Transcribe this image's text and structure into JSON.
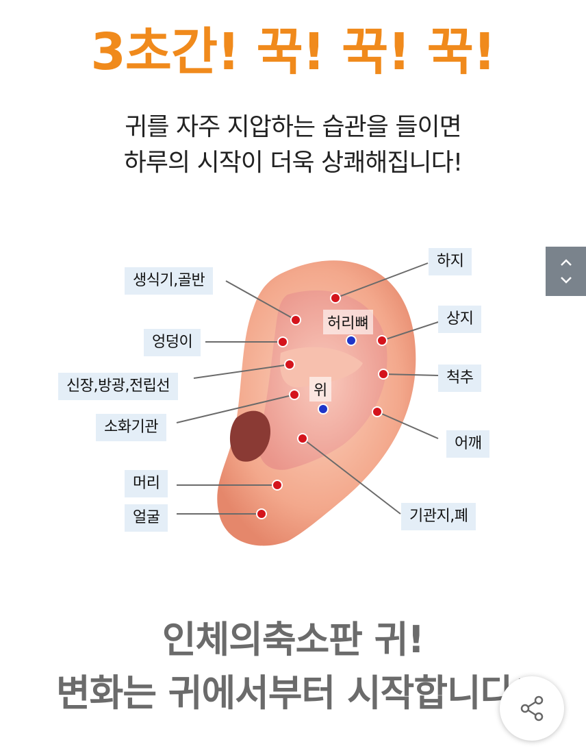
{
  "headline": {
    "text": "3초간! 꾹! 꾹! 꾹!",
    "color": "#f08a1c"
  },
  "subtitle": {
    "line1": "귀를 자주 지압하는 습관을 들이면",
    "line2": "하루의 시작이 더욱 상쾌해집니다!"
  },
  "ear_points": {
    "left": [
      {
        "label": "생식기,골반"
      },
      {
        "label": "엉덩이"
      },
      {
        "label": "신장,방광,전립선"
      },
      {
        "label": "소화기관"
      },
      {
        "label": "머리"
      },
      {
        "label": "얼굴"
      }
    ],
    "right": [
      {
        "label": "하지"
      },
      {
        "label": "상지"
      },
      {
        "label": "척추"
      },
      {
        "label": "어깨"
      },
      {
        "label": "기관지,폐"
      }
    ],
    "center": [
      {
        "label": "허리뼈"
      },
      {
        "label": "위"
      }
    ],
    "red_dot_color": "#d4141c",
    "blue_dot_color": "#1f35c8",
    "label_bg_color": "#e4eef7"
  },
  "footer": {
    "line1": "인체의축소판 귀!",
    "line2": "변화는 귀에서부터 시작합니다!",
    "color": "#6b6b6b"
  },
  "scroll_nav": {
    "up_icon": "chevron-up-icon",
    "down_icon": "chevron-down-icon"
  },
  "share": {
    "icon": "share-icon"
  }
}
